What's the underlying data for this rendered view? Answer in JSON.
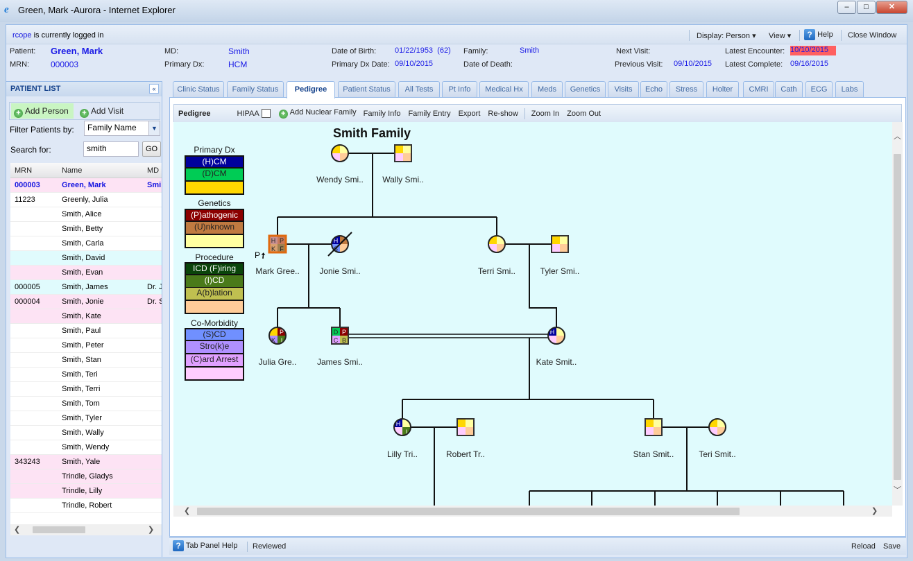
{
  "window": {
    "title": "Green, Mark -Aurora - Internet Explorer",
    "buttons": [
      "–",
      "□",
      "✕"
    ]
  },
  "login": {
    "user": "rcope",
    "text": " is currently logged in"
  },
  "header_links": {
    "display": "Display: Person",
    "view": "View",
    "help": "Help",
    "close": "Close Window"
  },
  "patient": {
    "patient_label": "Patient:",
    "patient": "Green, Mark",
    "mrn_label": "MRN:",
    "mrn": "000003",
    "md_label": "MD:",
    "md": "Smith",
    "dx_label": "Primary Dx:",
    "dx": "HCM",
    "dob_label": "Date of Birth:",
    "dob": "01/22/1953  (62)",
    "dxdate_label": "Primary Dx Date:",
    "dxdate": "09/10/2015",
    "family_label": "Family:",
    "family": "Smith",
    "dod_label": "Date of Death:",
    "next_label": "Next Visit:",
    "prev_label": "Previous Visit:",
    "prev": "09/10/2015",
    "enc_label": "Latest Encounter:",
    "enc": "10/10/2015",
    "comp_label": "Latest Complete:",
    "comp": "09/16/2015"
  },
  "patient_list": {
    "title": "PATIENT LIST",
    "add_person": "Add Person",
    "add_visit": "Add Visit",
    "filter_label": "Filter Patients by:",
    "filter_value": "Family Name",
    "search_label": "Search for:",
    "search_value": "smith",
    "go": "GO",
    "columns": [
      "MRN",
      "Name",
      "MD"
    ],
    "rows": [
      {
        "mrn": "000003",
        "name": "Green, Mark",
        "md": "Smi"
      },
      {
        "mrn": "11223",
        "name": "Greenly, Julia",
        "md": ""
      },
      {
        "mrn": "",
        "name": "Smith, Alice",
        "md": ""
      },
      {
        "mrn": "",
        "name": "Smith, Betty",
        "md": ""
      },
      {
        "mrn": "",
        "name": "Smith, Carla",
        "md": ""
      },
      {
        "mrn": "",
        "name": "Smith, David",
        "md": ""
      },
      {
        "mrn": "",
        "name": "Smith, Evan",
        "md": ""
      },
      {
        "mrn": "000005",
        "name": "Smith, James",
        "md": "Dr. J"
      },
      {
        "mrn": "000004",
        "name": "Smith, Jonie",
        "md": "Dr. S"
      },
      {
        "mrn": "",
        "name": "Smith, Kate",
        "md": ""
      },
      {
        "mrn": "",
        "name": "Smith, Paul",
        "md": ""
      },
      {
        "mrn": "",
        "name": "Smith, Peter",
        "md": ""
      },
      {
        "mrn": "",
        "name": "Smith, Stan",
        "md": ""
      },
      {
        "mrn": "",
        "name": "Smith, Teri",
        "md": ""
      },
      {
        "mrn": "",
        "name": "Smith, Terri",
        "md": ""
      },
      {
        "mrn": "",
        "name": "Smith, Tom",
        "md": ""
      },
      {
        "mrn": "",
        "name": "Smith, Tyler",
        "md": ""
      },
      {
        "mrn": "",
        "name": "Smith, Wally",
        "md": ""
      },
      {
        "mrn": "",
        "name": "Smith, Wendy",
        "md": ""
      },
      {
        "mrn": "343243",
        "name": "Smith, Yale",
        "md": ""
      },
      {
        "mrn": "",
        "name": "Trindle, Gladys",
        "md": ""
      },
      {
        "mrn": "",
        "name": "Trindle, Lilly",
        "md": ""
      },
      {
        "mrn": "",
        "name": "Trindle, Robert",
        "md": ""
      }
    ]
  },
  "tabs": [
    "Clinic Status",
    "Family Status",
    "Pedigree",
    "Patient Status",
    "All Tests",
    "Pt Info",
    "Medical Hx",
    "Meds",
    "Genetics",
    "Visits",
    "Echo",
    "Stress",
    "Holter",
    "CMRI",
    "Cath",
    "ECG",
    "Labs"
  ],
  "active_tab": "Pedigree",
  "pedigree_toolbar": {
    "title": "Pedigree",
    "hipaa": "HIPAA",
    "add_nuclear": "Add Nuclear Family",
    "family_info": "Family Info",
    "family_entry": "Family Entry",
    "export": "Export",
    "reshow": "Re-show",
    "zoom_in": "Zoom In",
    "zoom_out": "Zoom Out"
  },
  "pedigree": {
    "family_title": "Smith Family",
    "proband_marker": "P",
    "legend": [
      {
        "title": "Primary Dx",
        "items": [
          {
            "label": "(H)CM",
            "color": "#00009c",
            "text": "#fff"
          },
          {
            "label": "(D)CM",
            "color": "#00cc55",
            "text": "#222"
          },
          {
            "label": "",
            "color": "#ffd700",
            "text": "#222"
          }
        ]
      },
      {
        "title": "Genetics",
        "items": [
          {
            "label": "(P)athogenic",
            "color": "#8b0000",
            "text": "#fff"
          },
          {
            "label": "(U)nknown",
            "color": "#c07a40",
            "text": "#222"
          },
          {
            "label": "",
            "color": "#ffffa0",
            "text": "#222"
          }
        ]
      },
      {
        "title": "Procedure",
        "items": [
          {
            "label": "ICD (F)iring",
            "color": "#0a440a",
            "text": "#fff"
          },
          {
            "label": "(I)CD",
            "color": "#4a7a1a",
            "text": "#fff"
          },
          {
            "label": "A(b)lation",
            "color": "#c0c050",
            "text": "#222"
          },
          {
            "label": "",
            "color": "#ffcc99",
            "text": "#222"
          }
        ]
      },
      {
        "title": "Co-Morbidity",
        "items": [
          {
            "label": "(S)CD",
            "color": "#7090ff",
            "text": "#222"
          },
          {
            "label": "Stro(k)e",
            "color": "#b090ff",
            "text": "#222"
          },
          {
            "label": "(C)ard Arrest",
            "color": "#e0a0ff",
            "text": "#222"
          },
          {
            "label": "",
            "color": "#ffccff",
            "text": "#222"
          }
        ]
      }
    ],
    "nodes": [
      {
        "id": "wendy",
        "label": "Wendy Smi..",
        "shape": "circle",
        "quads": [
          [
            "#ffd700",
            ""
          ],
          [
            "#ffffa0",
            ""
          ],
          [
            "#ffccff",
            ""
          ],
          [
            "#ffcc99",
            ""
          ]
        ]
      },
      {
        "id": "wally",
        "label": "Wally Smi..",
        "shape": "square",
        "quads": [
          [
            "#ffd700",
            ""
          ],
          [
            "#ffffa0",
            ""
          ],
          [
            "#ffccff",
            ""
          ],
          [
            "#ffcc99",
            ""
          ]
        ]
      },
      {
        "id": "mark",
        "label": "Mark Gree..",
        "shape": "square",
        "proband": true,
        "quads": [
          [
            "#c89090",
            "H"
          ],
          [
            "#c87a5a",
            "P"
          ],
          [
            "#d8a070",
            "K"
          ],
          [
            "#a08050",
            "F"
          ]
        ]
      },
      {
        "id": "jonie",
        "label": "Jonie Smi..",
        "shape": "circle",
        "deceased": true,
        "quads": [
          [
            "#00009c",
            "H"
          ],
          [
            "#c07a40",
            ""
          ],
          [
            "#7090ff",
            "S"
          ],
          [
            "#ffcc99",
            ""
          ]
        ]
      },
      {
        "id": "terri",
        "label": "Terri Smi..",
        "shape": "circle",
        "quads": [
          [
            "#ffd700",
            ""
          ],
          [
            "#ffffa0",
            ""
          ],
          [
            "#ffccff",
            ""
          ],
          [
            "#ffcc99",
            ""
          ]
        ]
      },
      {
        "id": "tyler",
        "label": "Tyler Smi..",
        "shape": "square",
        "quads": [
          [
            "#ffd700",
            ""
          ],
          [
            "#ffffa0",
            ""
          ],
          [
            "#ffccff",
            ""
          ],
          [
            "#ffcc99",
            ""
          ]
        ]
      },
      {
        "id": "julia",
        "label": "Julia Gre..",
        "shape": "circle",
        "quads": [
          [
            "#ffd700",
            ""
          ],
          [
            "#8b0000",
            "P"
          ],
          [
            "#b090ff",
            "K"
          ],
          [
            "#4a7a1a",
            "I"
          ]
        ]
      },
      {
        "id": "james",
        "label": "James Smi..",
        "shape": "square",
        "quads": [
          [
            "#00cc55",
            "D"
          ],
          [
            "#8b0000",
            "P"
          ],
          [
            "#e0a0ff",
            "C"
          ],
          [
            "#c0c050",
            "B"
          ]
        ]
      },
      {
        "id": "kate",
        "label": "Kate Smit..",
        "shape": "circle",
        "quads": [
          [
            "#00009c",
            "H"
          ],
          [
            "#ffffa0",
            ""
          ],
          [
            "#ffccff",
            ""
          ],
          [
            "#ffcc99",
            ""
          ]
        ]
      },
      {
        "id": "lilly",
        "label": "Lilly Tri..",
        "shape": "circle",
        "quads": [
          [
            "#00009c",
            "H"
          ],
          [
            "#ffffa0",
            ""
          ],
          [
            "#ffccff",
            ""
          ],
          [
            "#4a7a1a",
            "I"
          ]
        ]
      },
      {
        "id": "robert",
        "label": "Robert Tr..",
        "shape": "square",
        "quads": [
          [
            "#ffd700",
            ""
          ],
          [
            "#ffffa0",
            ""
          ],
          [
            "#ffccff",
            ""
          ],
          [
            "#ffcc99",
            ""
          ]
        ]
      },
      {
        "id": "stan",
        "label": "Stan Smit..",
        "shape": "square",
        "quads": [
          [
            "#ffd700",
            ""
          ],
          [
            "#ffffa0",
            ""
          ],
          [
            "#ffccff",
            ""
          ],
          [
            "#ffcc99",
            ""
          ]
        ]
      },
      {
        "id": "teri",
        "label": "Teri Smit..",
        "shape": "circle",
        "quads": [
          [
            "#ffd700",
            ""
          ],
          [
            "#ffffa0",
            ""
          ],
          [
            "#ffccff",
            ""
          ],
          [
            "#ffcc99",
            ""
          ]
        ]
      }
    ]
  },
  "bottom": {
    "help": "Tab Panel Help",
    "reviewed": "Reviewed",
    "reload": "Reload",
    "save": "Save"
  },
  "colors": {
    "accent": "#15428b",
    "link": "#1a1ae6",
    "encounter_highlight": "#ff6060",
    "selected_row": "#fde3f4"
  }
}
